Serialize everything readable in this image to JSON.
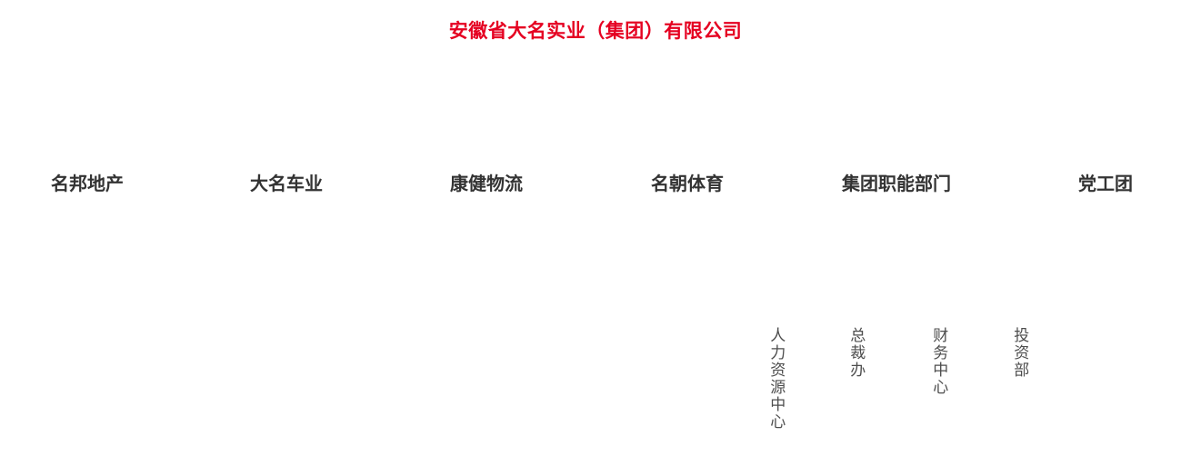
{
  "company": {
    "title": "安徽省大名实业（集团）有限公司"
  },
  "divisions": [
    {
      "label": "名邦地产"
    },
    {
      "label": "大名车业"
    },
    {
      "label": "康健物流"
    },
    {
      "label": "名朝体育"
    },
    {
      "label": "集团职能部门"
    },
    {
      "label": "党工团"
    }
  ],
  "group_departments": [
    {
      "label": "人力资源中心"
    },
    {
      "label": "总裁办"
    },
    {
      "label": "财务中心"
    },
    {
      "label": "投资部"
    }
  ],
  "colors": {
    "title": "#e50021",
    "division_text": "#333333",
    "department_text": "#4d4d4d",
    "background": "#ffffff"
  }
}
